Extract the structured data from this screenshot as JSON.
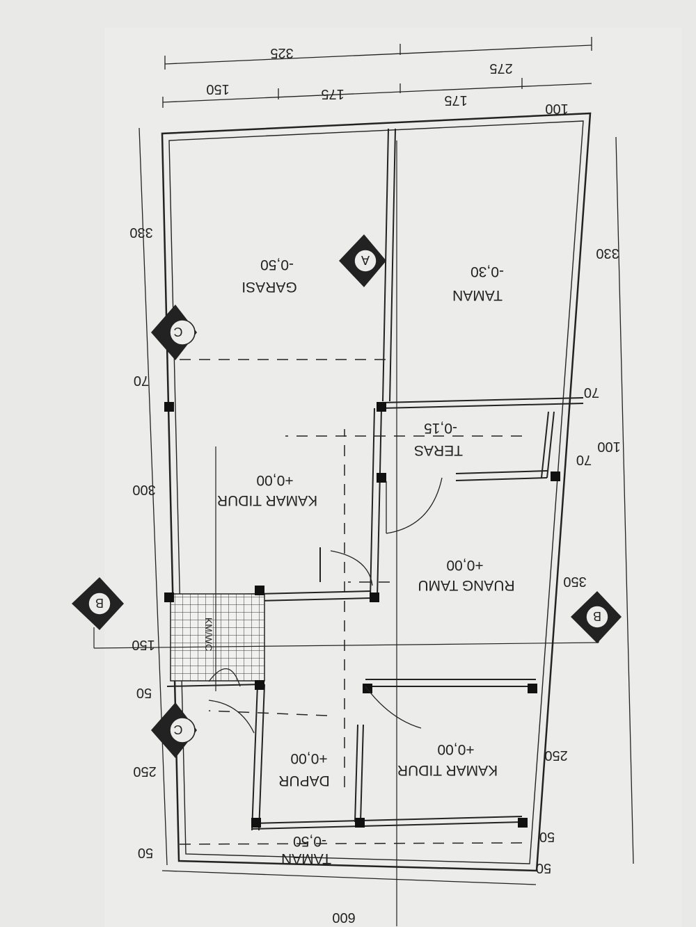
{
  "dims_top_outer": [
    "325",
    "275"
  ],
  "dims_top_inner": [
    "150",
    "175",
    "175",
    "100"
  ],
  "dims_left": [
    "330",
    "70",
    "300",
    "150",
    "50",
    "250",
    "50"
  ],
  "dims_right": [
    "330",
    "70",
    "100",
    "70",
    "350",
    "250",
    "50",
    "50"
  ],
  "dim_bottom": "600",
  "rooms": {
    "garasi": {
      "name": "GARASI",
      "level": "-0,50"
    },
    "taman_top": {
      "name": "TAMAN",
      "level": "-0,30"
    },
    "kamar1": {
      "name": "KAMAR TIDUR",
      "level": "+0,00"
    },
    "teras": {
      "name": "TERAS",
      "level": "-0,15"
    },
    "ruang_tamu": {
      "name": "RUANG TAMU",
      "level": "+0,00"
    },
    "kamar2": {
      "name": "KAMAR TIDUR",
      "level": "+0,00"
    },
    "dapur": {
      "name": "DAPUR",
      "level": "+0,00"
    },
    "taman_bottom": {
      "name": "TAMAN",
      "level": "-0,50"
    },
    "km": {
      "name": "KM/WC"
    }
  },
  "section_markers": {
    "a": "A",
    "b": "B",
    "c": "C"
  }
}
